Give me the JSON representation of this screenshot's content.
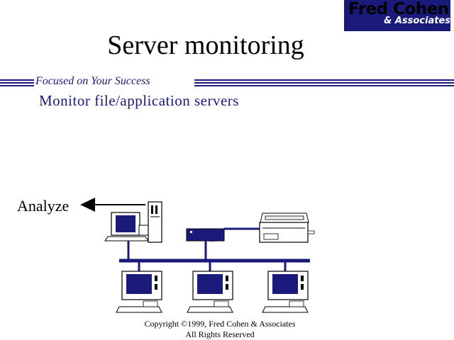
{
  "logo": {
    "line1": "Fred Cohen",
    "line2": "& Associates"
  },
  "title": "Server monitoring",
  "tagline": "Focused on Your Success",
  "subtitle": "Monitor file/application servers",
  "diagram": {
    "analyze_label": "Analyze",
    "colors": {
      "accent": "#1a1a7a",
      "screen": "#1a1a7a",
      "outline": "#000000"
    }
  },
  "footer": {
    "copyright_line1": "Copyright ©1999, Fred Cohen & Associates",
    "copyright_line2": "All Rights Reserved"
  }
}
